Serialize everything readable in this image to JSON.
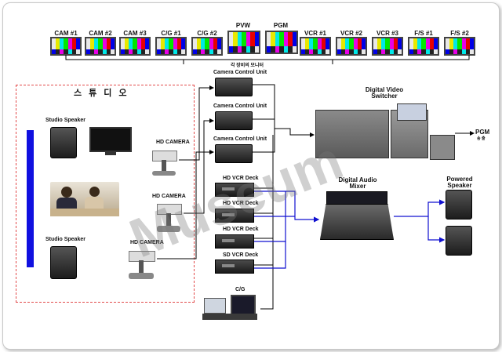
{
  "monitors": [
    {
      "label": "CAM #1"
    },
    {
      "label": "CAM #2"
    },
    {
      "label": "CAM #3"
    },
    {
      "label": "C/G #1"
    },
    {
      "label": "C/G #2"
    },
    {
      "label": "PVW"
    },
    {
      "label": "PGM"
    },
    {
      "label": "VCR #1"
    },
    {
      "label": "VCR #2"
    },
    {
      "label": "VCR #3"
    },
    {
      "label": "F/S #1"
    },
    {
      "label": "F/S #2"
    }
  ],
  "monitor_caption": "각 장비의 모니터",
  "studio": {
    "title": "스튜디오",
    "speaker_top": "Studio Speaker",
    "speaker_bottom": "Studio Speaker",
    "blue_screen": "Blue Screen",
    "camera1": "HD CAMERA",
    "camera2": "HD CAMERA",
    "camera3": "HD CAMERA"
  },
  "ccu": [
    "Camera Control Unit",
    "Camera Control Unit",
    "Camera Control Unit"
  ],
  "vcr": [
    "HD VCR Deck",
    "HD VCR Deck",
    "HD VCR Deck",
    "SD VCR Deck"
  ],
  "cg": "C/G",
  "switcher": {
    "line1": "Digital Video",
    "line2": "Switcher"
  },
  "mixer": {
    "line1": "Digital Audio",
    "line2": "Mixer"
  },
  "powered_speaker": {
    "line1": "Powered",
    "line2": "Speaker"
  },
  "pgm": {
    "line1": "PGM",
    "line2": "송 출"
  },
  "watermark": "Museum"
}
